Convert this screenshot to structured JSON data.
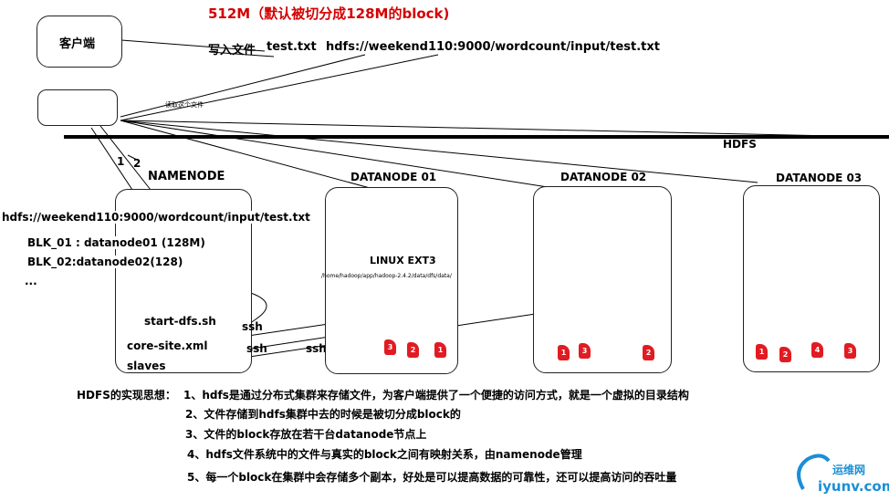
{
  "header": {
    "title": "512M（默认被切分成128M的block)"
  },
  "client": {
    "label": "客户端",
    "write_file_label": "写入文件",
    "file_name": "test.txt",
    "hdfs_path": "hdfs://weekend110:9000/wordcount/input/test.txt"
  },
  "read_box": {
    "read_label": "读取这个文件"
  },
  "cluster": {
    "label": "HDFS"
  },
  "namenode": {
    "title": "NAMENODE",
    "path": "hdfs://weekend110:9000/wordcount/input/test.txt",
    "blk1": "BLK_01 : datanode01 (128M)",
    "blk2": "BLK_02:datanode02(128)",
    "ellipsis": "...",
    "start_script": "start-dfs.sh",
    "core_site": "core-site.xml",
    "slaves": "slaves",
    "arrow1": "1",
    "arrow2": "2"
  },
  "ssh_labels": [
    "ssh",
    "ssh",
    "ssh"
  ],
  "datanodes": [
    {
      "title": "DATANODE 01",
      "fs": "LINUX EXT3",
      "data_path": "/home/hadoop/app/hadoop-2.4.2/data/dfs/data/",
      "blocks": [
        "3",
        "2",
        "1"
      ]
    },
    {
      "title": "DATANODE 02",
      "blocks": [
        "1",
        "3",
        "2"
      ]
    },
    {
      "title": "DATANODE 03",
      "blocks": [
        "1",
        "2",
        "4",
        "3"
      ]
    }
  ],
  "ideas": {
    "heading": "HDFS的实现思想：",
    "items": [
      "1、hdfs是通过分布式集群来存储文件，为客户端提供了一个便捷的访问方式，就是一个虚拟的目录结构",
      "2、文件存储到hdfs集群中去的时候是被切分成block的",
      "3、文件的block存放在若干台datanode节点上",
      "4、hdfs文件系统中的文件与真实的block之间有映射关系，由namenode管理",
      "5、每一个block在集群中会存储多个副本，好处是可以提高数据的可靠性，还可以提高访问的吞吐量"
    ]
  },
  "watermark": {
    "cn": "运维网",
    "en": "iyunv.com",
    "colors": {
      "brand": "#1a8fd6"
    }
  }
}
